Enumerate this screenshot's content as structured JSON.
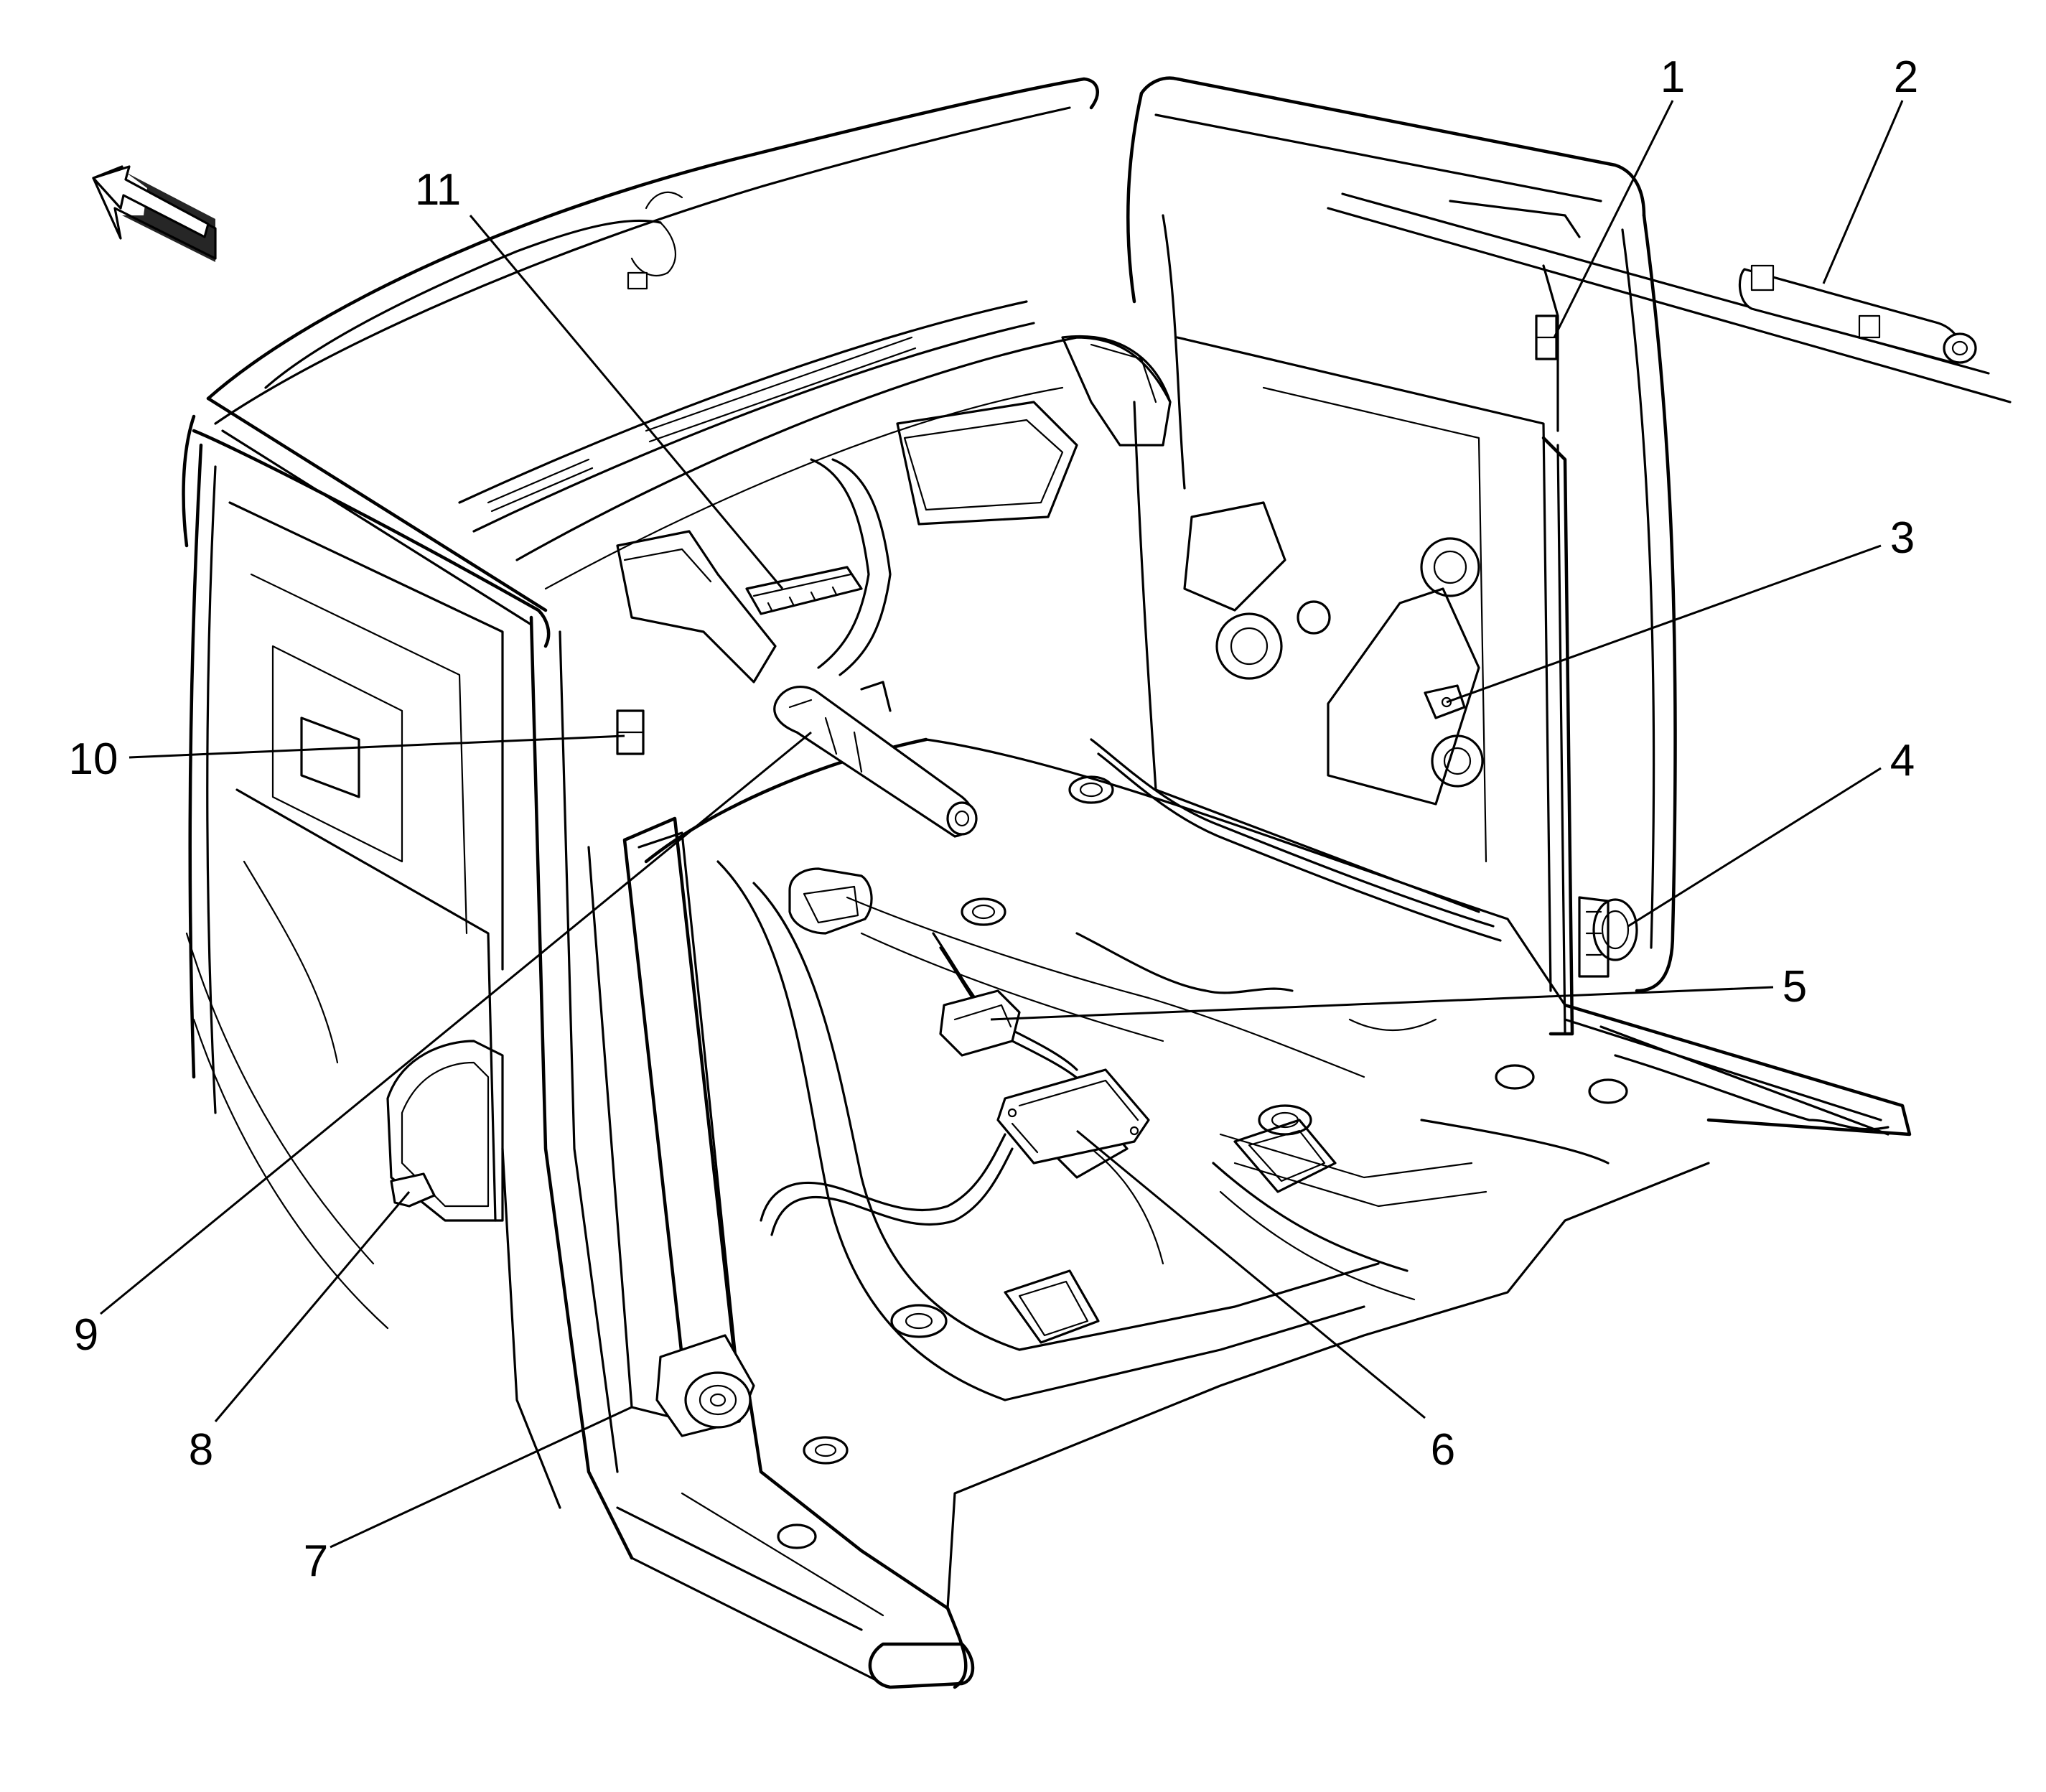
{
  "callouts": [
    "1",
    "2",
    "3",
    "4",
    "5",
    "6",
    "7",
    "8",
    "9",
    "10",
    "11"
  ],
  "direction_arrow": {
    "icon": "front-direction-arrow-icon"
  }
}
